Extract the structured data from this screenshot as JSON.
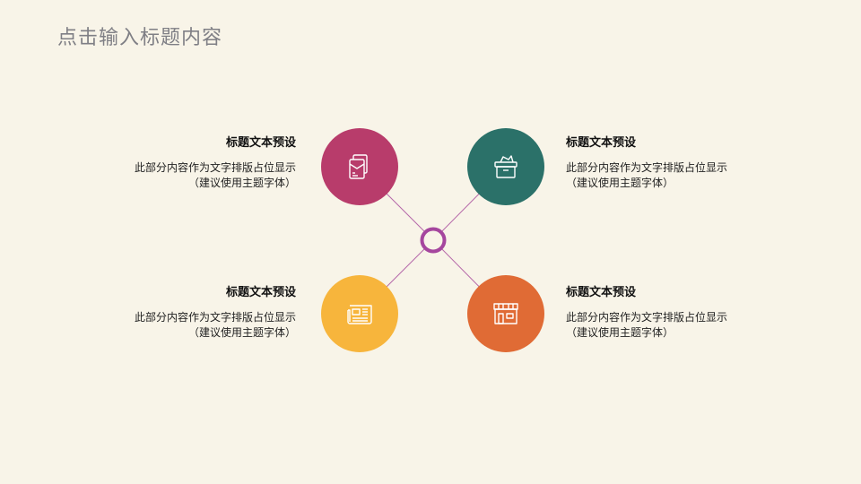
{
  "header": {
    "title": "点击输入标题内容"
  },
  "items": [
    {
      "title": "标题文本预设",
      "line1": "此部分内容作为文字排版占位显示",
      "line2": "（建议使用主题字体）",
      "color": "#b83c6b",
      "icon": "document-icon"
    },
    {
      "title": "标题文本预设",
      "line1": "此部分内容作为文字排版占位显示",
      "line2": "（建议使用主题字体）",
      "color": "#2b7169",
      "icon": "box-icon"
    },
    {
      "title": "标题文本预设",
      "line1": "此部分内容作为文字排版占位显示",
      "line2": "（建议使用主题字体）",
      "color": "#f7b53c",
      "icon": "newspaper-icon"
    },
    {
      "title": "标题文本预设",
      "line1": "此部分内容作为文字排版占位显示",
      "line2": "（建议使用主题字体）",
      "color": "#e06b35",
      "icon": "store-icon"
    }
  ],
  "hub": {
    "color": "#a5469e"
  },
  "connector_color": "#b566a8"
}
